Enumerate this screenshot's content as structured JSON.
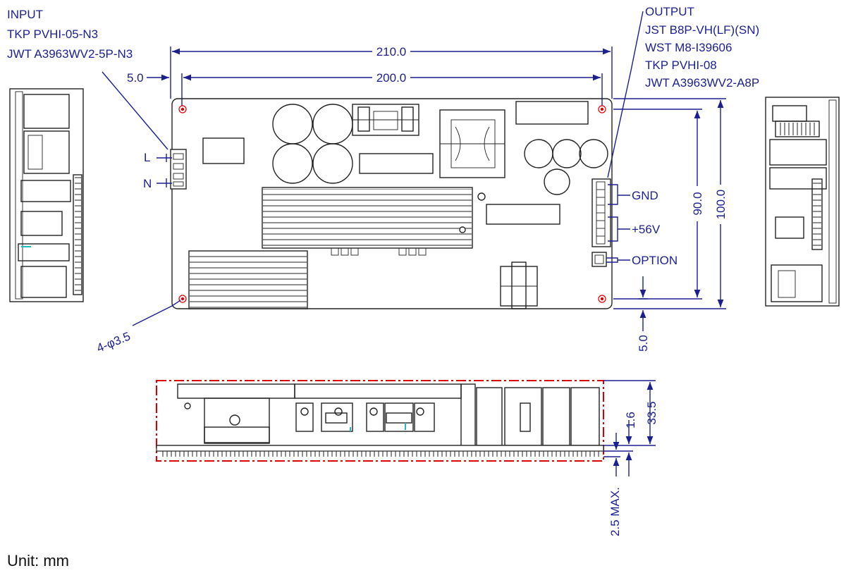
{
  "input": {
    "title": "INPUT",
    "connectors": [
      "TKP PVHI-05-N3",
      "JWT A3963WV2-5P-N3"
    ],
    "pins": [
      "L",
      "N"
    ]
  },
  "output": {
    "title": "OUTPUT",
    "connectors": [
      "JST B8P-VH(LF)(SN)",
      "WST M8-I39606",
      "TKP PVHI-08",
      "JWT A3963WV2-A8P"
    ],
    "pins": [
      "GND",
      "+56V",
      "OPTION"
    ]
  },
  "dimensions": {
    "overall_length": "210.0",
    "hole_pitch_x": "200.0",
    "hole_offset_x": "5.0",
    "hole_pitch_y": "90.0",
    "overall_width": "100.0",
    "hole_offset_y": "5.0",
    "holes": "4-φ3.5",
    "height": "33.5",
    "pcb_thickness": "1.6",
    "lead_protrusion": "2.5 MAX."
  },
  "unit_note": "Unit: mm",
  "colors": {
    "dimension": "#1b1f8f",
    "outline": "#222222",
    "mount_hole": "#dd0000",
    "side_view_border": "#dd0000"
  }
}
